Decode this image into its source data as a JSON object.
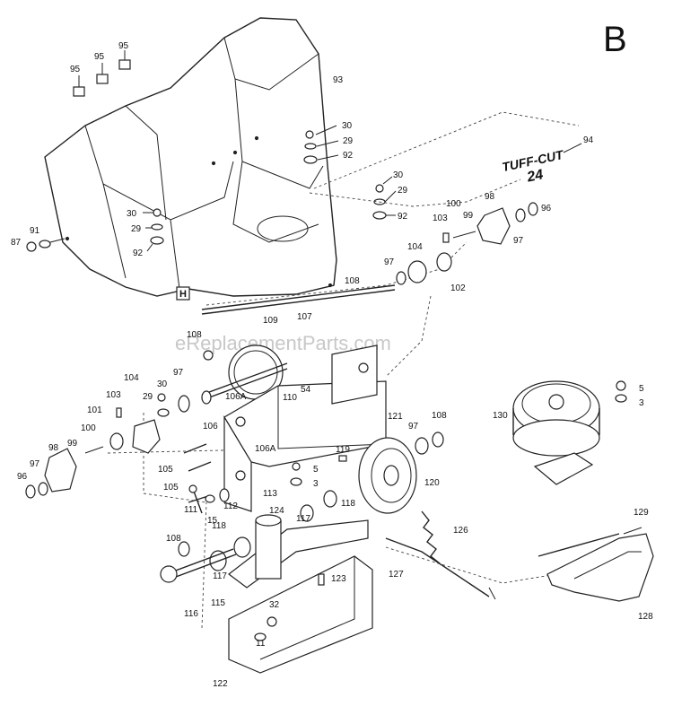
{
  "section_letter": "B",
  "watermark": "eReplacementParts.com",
  "decal_text": {
    "line1": "TUFF-CUT",
    "line2": "24"
  },
  "frame_marker": "H",
  "part_numbers": [
    {
      "id": "p95a",
      "text": "95"
    },
    {
      "id": "p95b",
      "text": "95"
    },
    {
      "id": "p95c",
      "text": "95"
    },
    {
      "id": "p93",
      "text": "93"
    },
    {
      "id": "p30a",
      "text": "30"
    },
    {
      "id": "p29a",
      "text": "29"
    },
    {
      "id": "p92a",
      "text": "92"
    },
    {
      "id": "p94",
      "text": "94"
    },
    {
      "id": "p30b",
      "text": "30"
    },
    {
      "id": "p29b",
      "text": "29"
    },
    {
      "id": "p92b",
      "text": "92"
    },
    {
      "id": "p30c",
      "text": "30"
    },
    {
      "id": "p29c",
      "text": "29"
    },
    {
      "id": "p92c",
      "text": "92"
    },
    {
      "id": "p91",
      "text": "91"
    },
    {
      "id": "p87",
      "text": "87"
    },
    {
      "id": "p98a",
      "text": "98"
    },
    {
      "id": "p96a",
      "text": "96"
    },
    {
      "id": "p100a",
      "text": "100"
    },
    {
      "id": "p103a",
      "text": "103"
    },
    {
      "id": "p99a",
      "text": "99"
    },
    {
      "id": "p97a",
      "text": "97"
    },
    {
      "id": "p104a",
      "text": "104"
    },
    {
      "id": "p97b",
      "text": "97"
    },
    {
      "id": "p102",
      "text": "102"
    },
    {
      "id": "p108a",
      "text": "108"
    },
    {
      "id": "p109",
      "text": "109"
    },
    {
      "id": "p107",
      "text": "107"
    },
    {
      "id": "p108b",
      "text": "108"
    },
    {
      "id": "p104b",
      "text": "104"
    },
    {
      "id": "p30d",
      "text": "30"
    },
    {
      "id": "p97c",
      "text": "97"
    },
    {
      "id": "p29d",
      "text": "29"
    },
    {
      "id": "p103b",
      "text": "103"
    },
    {
      "id": "p101",
      "text": "101"
    },
    {
      "id": "p100b",
      "text": "100"
    },
    {
      "id": "p99b",
      "text": "99"
    },
    {
      "id": "p98b",
      "text": "98"
    },
    {
      "id": "p97d",
      "text": "97"
    },
    {
      "id": "p96b",
      "text": "96"
    },
    {
      "id": "p106a",
      "text": "106A"
    },
    {
      "id": "p110",
      "text": "110"
    },
    {
      "id": "p54",
      "text": "54"
    },
    {
      "id": "p106b",
      "text": "106"
    },
    {
      "id": "p106c",
      "text": "106A"
    },
    {
      "id": "p105a",
      "text": "105"
    },
    {
      "id": "p105b",
      "text": "105"
    },
    {
      "id": "p121",
      "text": "121"
    },
    {
      "id": "p97e",
      "text": "97"
    },
    {
      "id": "p108c",
      "text": "108"
    },
    {
      "id": "p119",
      "text": "119"
    },
    {
      "id": "p5a",
      "text": "5"
    },
    {
      "id": "p3a",
      "text": "3"
    },
    {
      "id": "p113",
      "text": "113"
    },
    {
      "id": "p120",
      "text": "120"
    },
    {
      "id": "p111",
      "text": "111"
    },
    {
      "id": "p15",
      "text": "15"
    },
    {
      "id": "p112",
      "text": "112"
    },
    {
      "id": "p124",
      "text": "124"
    },
    {
      "id": "p117a",
      "text": "117"
    },
    {
      "id": "p118a",
      "text": "118"
    },
    {
      "id": "p130",
      "text": "130"
    },
    {
      "id": "p5b",
      "text": "5"
    },
    {
      "id": "p3b",
      "text": "3"
    },
    {
      "id": "p126",
      "text": "126"
    },
    {
      "id": "p129",
      "text": "129"
    },
    {
      "id": "p108d",
      "text": "108"
    },
    {
      "id": "p118b",
      "text": "118"
    },
    {
      "id": "p117b",
      "text": "117"
    },
    {
      "id": "p127",
      "text": "127"
    },
    {
      "id": "p123",
      "text": "123"
    },
    {
      "id": "p115",
      "text": "115"
    },
    {
      "id": "p116",
      "text": "116"
    },
    {
      "id": "p32",
      "text": "32"
    },
    {
      "id": "p11",
      "text": "11"
    },
    {
      "id": "p128",
      "text": "128"
    },
    {
      "id": "p122",
      "text": "122"
    }
  ]
}
